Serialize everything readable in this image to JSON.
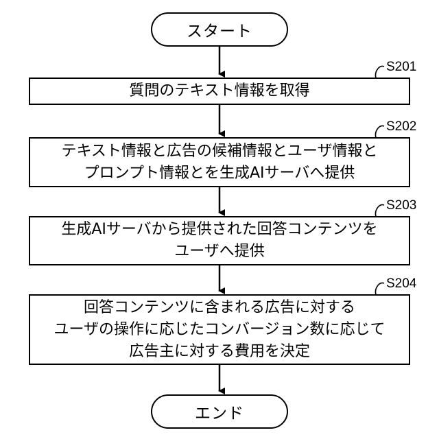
{
  "flowchart": {
    "start_label": "スタート",
    "end_label": "エンド",
    "steps": [
      {
        "id": "S201",
        "lines": [
          "質問のテキスト情報を取得"
        ]
      },
      {
        "id": "S202",
        "lines": [
          "テキスト情報と広告の候補情報とユーザ情報と",
          "プロンプト情報とを生成AIサーバへ提供"
        ]
      },
      {
        "id": "S203",
        "lines": [
          "生成AIサーバから提供された回答コンテンツを",
          "ユーザへ提供"
        ]
      },
      {
        "id": "S204",
        "lines": [
          "回答コンテンツに含まれる広告に対する",
          "ユーザの操作に応じたコンバージョン数に応じて",
          "広告主に対する費用を決定"
        ]
      }
    ]
  }
}
